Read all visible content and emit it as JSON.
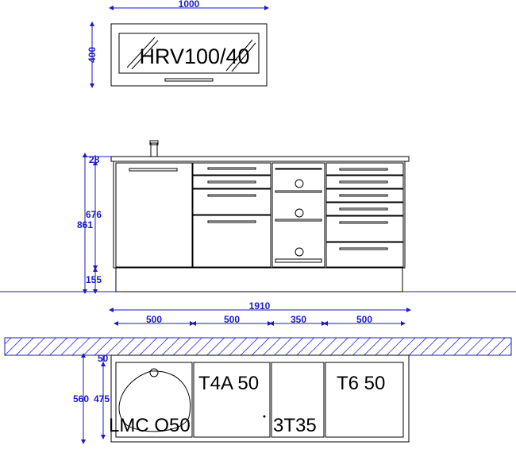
{
  "wall_cabinet": {
    "label": "HRV100/40",
    "width_dim": "1000",
    "height_dim": "400"
  },
  "elevation": {
    "dim_28": "28",
    "dim_676": "676",
    "dim_861": "861",
    "dim_155": "155"
  },
  "overall": {
    "total_width": "1910",
    "seg1": "500",
    "seg2": "500",
    "seg3": "350",
    "seg4": "500"
  },
  "plan": {
    "dim_50": "50",
    "dim_560": "560",
    "dim_475": "475",
    "unit1": "LMC O50",
    "unit2": "T4A 50",
    "unit3": "3T35",
    "unit4": "T6 50"
  }
}
